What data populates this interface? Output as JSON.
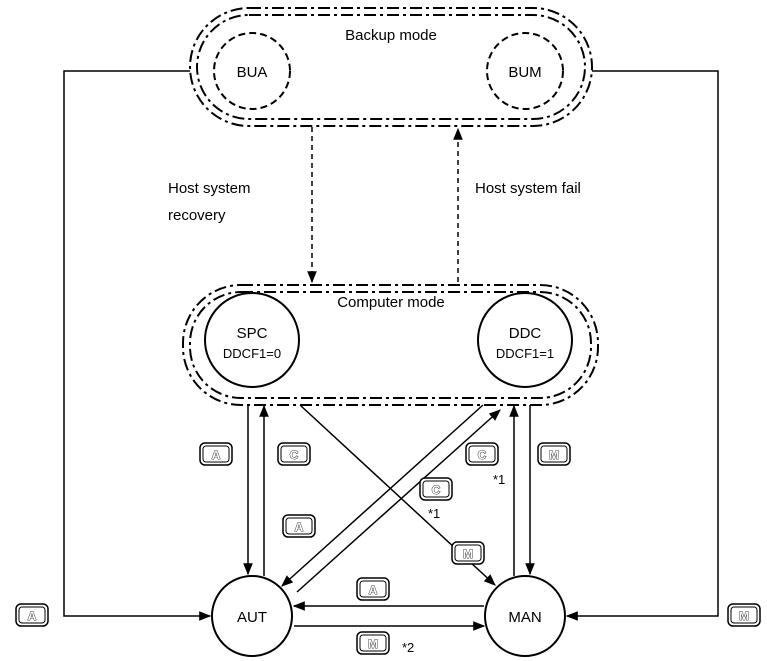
{
  "groups": {
    "backup": "Backup mode",
    "computer": "Computer mode"
  },
  "nodes": {
    "bua": "BUA",
    "bum": "BUM",
    "spc": "SPC",
    "spc_sub": "DDCF1=0",
    "ddc": "DDC",
    "ddc_sub": "DDCF1=1",
    "aut": "AUT",
    "man": "MAN"
  },
  "transitions": {
    "recovery_line1": "Host system",
    "recovery_line2": "recovery",
    "fail": "Host system fail"
  },
  "keys": {
    "a": "A",
    "c": "C",
    "m": "M"
  },
  "notes": {
    "n1": "*1",
    "n2": "*2"
  }
}
